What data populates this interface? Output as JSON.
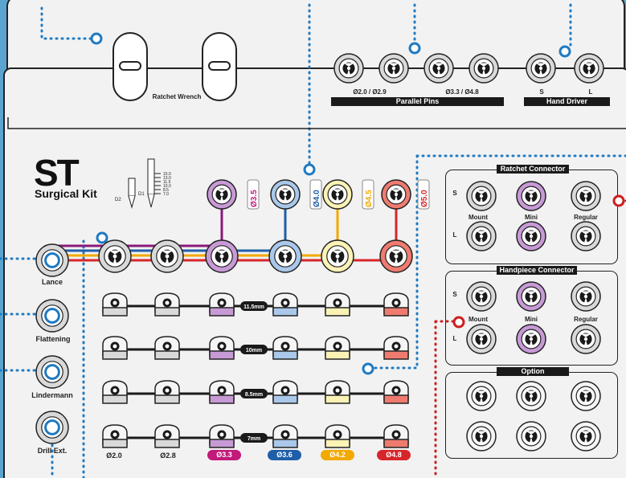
{
  "title": {
    "main": "ST",
    "sub": "Surgical Kit"
  },
  "ratchet_label": "Ratchet Wrench",
  "parallel_pins": {
    "label": "Parallel Pins",
    "left": "Ø2.0 / Ø2.9",
    "right": "Ø3.3 / Ø4.8"
  },
  "hand_driver": {
    "label": "Hand Driver",
    "s": "S",
    "l": "L"
  },
  "depth_ticks": [
    "15.0",
    "13.0",
    "11.5",
    "10.0",
    "8.5",
    "7.0"
  ],
  "depth_marks": [
    "D2",
    "D1"
  ],
  "tools_left": [
    "Lance",
    "Flattening",
    "Lindermann",
    "Drill Ext."
  ],
  "drill_tags": [
    {
      "text": "Ø3.5",
      "color": "#c21a7a"
    },
    {
      "text": "Ø4.0",
      "color": "#1f5fa8"
    },
    {
      "text": "Ø4.5",
      "color": "#f2a900"
    },
    {
      "text": "Ø5.0",
      "color": "#d7262b"
    }
  ],
  "depths": [
    "11.5mm",
    "10mm",
    "8.5mm",
    "7mm"
  ],
  "diameters": [
    {
      "text": "Ø2.0",
      "color": "#1a1a1a"
    },
    {
      "text": "Ø2.8",
      "color": "#1a1a1a"
    },
    {
      "text": "Ø3.3",
      "color": "#c21a7a"
    },
    {
      "text": "Ø3.6",
      "color": "#1f5fa8"
    },
    {
      "text": "Ø4.2",
      "color": "#f2a900"
    },
    {
      "text": "Ø4.8",
      "color": "#d7262b"
    }
  ],
  "ratchet_connector": {
    "label": "Ratchet Connector",
    "s": "S",
    "l": "L",
    "cols": [
      "Mount",
      "Mini",
      "Regular"
    ]
  },
  "handpiece_connector": {
    "label": "Handpiece Connector",
    "s": "S",
    "l": "L",
    "cols": [
      "Mount",
      "Mini",
      "Regular"
    ]
  },
  "option": {
    "label": "Option"
  },
  "colors": {
    "gray": "#d9d9d9",
    "purple": "#c79ad6",
    "blue": "#a9c8ea",
    "yellow": "#fbf2b5",
    "red": "#ef7b6f",
    "accent_blue": "#1f7ac2",
    "accent_red": "#cc1f1f"
  }
}
